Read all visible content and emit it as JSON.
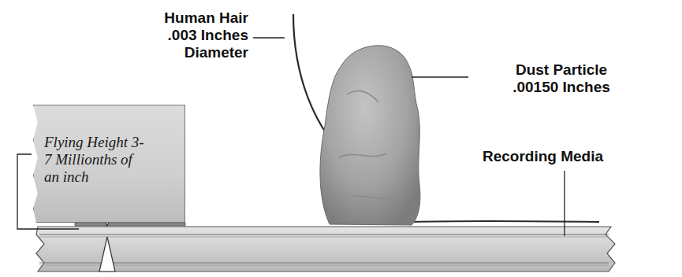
{
  "diagram": {
    "nodes": [
      {
        "text": [
          "Flying Height 3-7 Millionths of an inch"
        ]
      }
    ],
    "labels": [
      "Human Hair .003 Inches Diameter",
      "Dust Particle .00150 Inches",
      "Recording Media"
    ]
  }
}
